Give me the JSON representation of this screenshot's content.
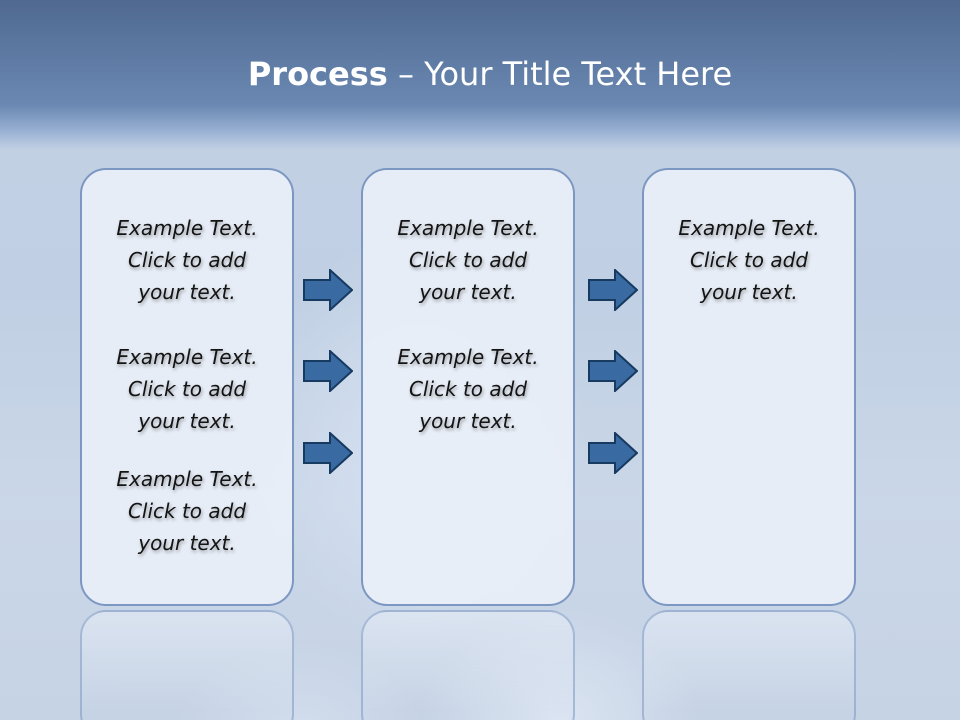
{
  "header": {
    "title_bold": "Process",
    "title_rest": " – Your Title Text Here"
  },
  "colors": {
    "header": "#5d79a2",
    "box_border": "#7c97c1",
    "box_fill": "#e9eff8",
    "arrow_fill": "#3a6aa2",
    "arrow_stroke": "#173a60"
  },
  "columns": [
    {
      "items": [
        {
          "line1": "Example Text.",
          "line2": "Click  to add",
          "line3": "your text."
        },
        {
          "line1": "Example Text.",
          "line2": "Click  to add",
          "line3": "your text."
        },
        {
          "line1": "Example Text.",
          "line2": "Click  to add",
          "line3": "your text."
        }
      ]
    },
    {
      "items": [
        {
          "line1": "Example Text.",
          "line2": "Click  to add",
          "line3": "your text."
        },
        {
          "line1": "Example Text.",
          "line2": "Click  to add",
          "line3": "your text."
        }
      ]
    },
    {
      "items": [
        {
          "line1": "Example Text.",
          "line2": "Click  to add",
          "line3": "your text."
        }
      ]
    }
  ],
  "arrows": {
    "icon": "right-arrow-icon",
    "count_per_gap": 3
  }
}
